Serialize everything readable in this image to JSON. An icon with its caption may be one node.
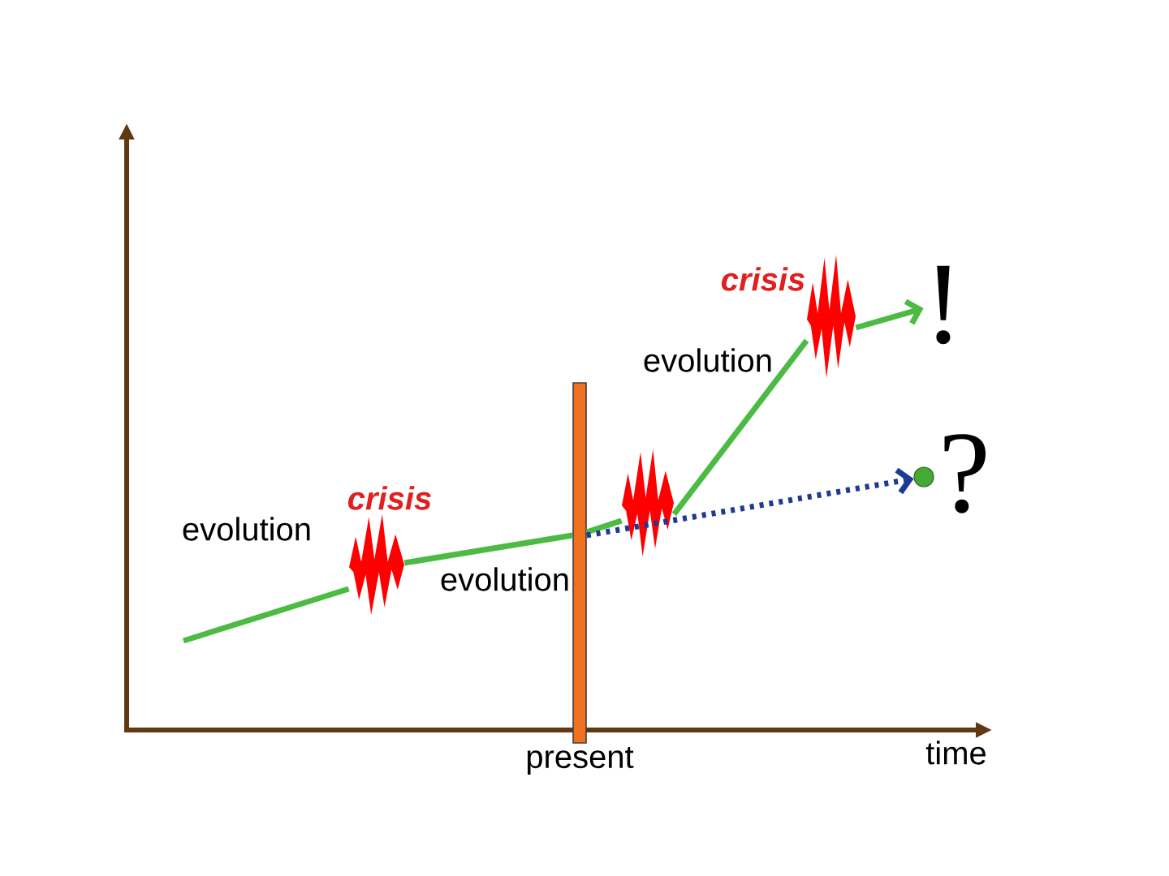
{
  "diagram": {
    "nodes": [
      {
        "text": [],
        "shape": "zigzag",
        "beside": [
          "crisis"
        ]
      },
      {
        "text": [],
        "shape": "bar",
        "beside": [
          "present"
        ]
      },
      {
        "text": [],
        "shape": "zigzag"
      },
      {
        "text": [],
        "shape": "zigzag",
        "beside": [
          "crisis"
        ]
      },
      {
        "text": [
          "!"
        ]
      },
      {
        "text": [],
        "shape": "circle",
        "beside": [
          "?"
        ]
      }
    ],
    "edges": [
      {
        "from": null,
        "to": 0,
        "arrow": "none",
        "label": "evolution"
      },
      {
        "from": 0,
        "to": 1,
        "arrow": "none",
        "label": "evolution"
      },
      {
        "from": 1,
        "to": 2,
        "arrow": "none"
      },
      {
        "from": 2,
        "to": 3,
        "arrow": "none",
        "label": "evolution"
      },
      {
        "from": 3,
        "to": 4,
        "arrow": "to"
      },
      {
        "from": 1,
        "to": 5,
        "arrow": "to",
        "style": "dashed",
        "color": "#1f3a93"
      }
    ],
    "labels": [
      "time"
    ]
  }
}
